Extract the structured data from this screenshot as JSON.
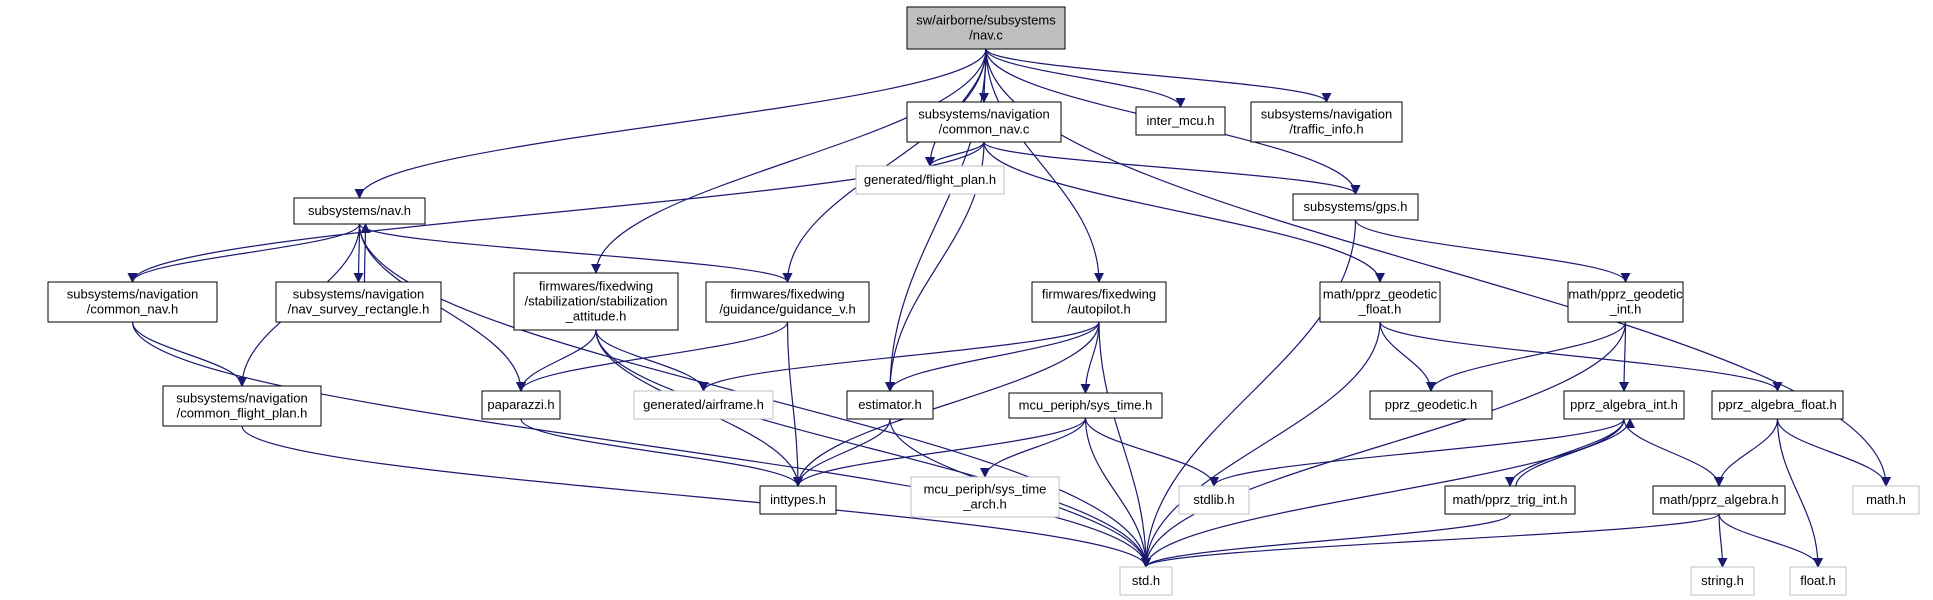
{
  "graph": {
    "colors": {
      "edge": "#191970",
      "node_border": "#000000",
      "node_border_external": "#bfbfbf",
      "root_fill": "#bfbfbf"
    },
    "nodes": [
      {
        "id": "root",
        "lines": [
          "sw/airborne/subsystems",
          "/nav.c"
        ],
        "style": "root"
      },
      {
        "id": "common_nav_c",
        "lines": [
          "subsystems/navigation",
          "/common_nav.c"
        ],
        "style": "normal"
      },
      {
        "id": "inter_mcu",
        "lines": [
          "inter_mcu.h"
        ],
        "style": "normal"
      },
      {
        "id": "traffic_info",
        "lines": [
          "subsystems/navigation",
          "/traffic_info.h"
        ],
        "style": "normal"
      },
      {
        "id": "flight_plan",
        "lines": [
          "generated/flight_plan.h"
        ],
        "style": "external"
      },
      {
        "id": "gps",
        "lines": [
          "subsystems/gps.h"
        ],
        "style": "normal"
      },
      {
        "id": "nav_h",
        "lines": [
          "subsystems/nav.h"
        ],
        "style": "normal"
      },
      {
        "id": "common_nav_h",
        "lines": [
          "subsystems/navigation",
          "/common_nav.h"
        ],
        "style": "normal"
      },
      {
        "id": "nav_survey",
        "lines": [
          "subsystems/navigation",
          "/nav_survey_rectangle.h"
        ],
        "style": "normal"
      },
      {
        "id": "stab_att",
        "lines": [
          "firmwares/fixedwing",
          "/stabilization/stabilization",
          "_attitude.h"
        ],
        "style": "normal"
      },
      {
        "id": "guidance_v",
        "lines": [
          "firmwares/fixedwing",
          "/guidance/guidance_v.h"
        ],
        "style": "normal"
      },
      {
        "id": "autopilot",
        "lines": [
          "firmwares/fixedwing",
          "/autopilot.h"
        ],
        "style": "normal"
      },
      {
        "id": "geo_float",
        "lines": [
          "math/pprz_geodetic",
          "_float.h"
        ],
        "style": "normal"
      },
      {
        "id": "geo_int",
        "lines": [
          "math/pprz_geodetic",
          "_int.h"
        ],
        "style": "normal"
      },
      {
        "id": "common_fp",
        "lines": [
          "subsystems/navigation",
          "/common_flight_plan.h"
        ],
        "style": "normal"
      },
      {
        "id": "paparazzi",
        "lines": [
          "paparazzi.h"
        ],
        "style": "normal"
      },
      {
        "id": "airframe",
        "lines": [
          "generated/airframe.h"
        ],
        "style": "external"
      },
      {
        "id": "estimator",
        "lines": [
          "estimator.h"
        ],
        "style": "normal"
      },
      {
        "id": "sys_time",
        "lines": [
          "mcu_periph/sys_time.h"
        ],
        "style": "normal"
      },
      {
        "id": "pprz_geodetic",
        "lines": [
          "pprz_geodetic.h"
        ],
        "style": "normal"
      },
      {
        "id": "alg_int",
        "lines": [
          "pprz_algebra_int.h"
        ],
        "style": "normal"
      },
      {
        "id": "alg_float",
        "lines": [
          "pprz_algebra_float.h"
        ],
        "style": "normal"
      },
      {
        "id": "inttypes",
        "lines": [
          "inttypes.h"
        ],
        "style": "normal"
      },
      {
        "id": "sys_time_arch",
        "lines": [
          "mcu_periph/sys_time",
          "_arch.h"
        ],
        "style": "external"
      },
      {
        "id": "stdlib",
        "lines": [
          "stdlib.h"
        ],
        "style": "external"
      },
      {
        "id": "trig_int",
        "lines": [
          "math/pprz_trig_int.h"
        ],
        "style": "normal"
      },
      {
        "id": "pprz_algebra",
        "lines": [
          "math/pprz_algebra.h"
        ],
        "style": "normal"
      },
      {
        "id": "math",
        "lines": [
          "math.h"
        ],
        "style": "external"
      },
      {
        "id": "std",
        "lines": [
          "std.h"
        ],
        "style": "external"
      },
      {
        "id": "string",
        "lines": [
          "string.h"
        ],
        "style": "external"
      },
      {
        "id": "float",
        "lines": [
          "float.h"
        ],
        "style": "external"
      }
    ],
    "edges": [
      [
        "root",
        "nav_h"
      ],
      [
        "root",
        "stab_att"
      ],
      [
        "root",
        "guidance_v"
      ],
      [
        "root",
        "flight_plan"
      ],
      [
        "root",
        "estimator"
      ],
      [
        "root",
        "common_nav_c"
      ],
      [
        "root",
        "autopilot"
      ],
      [
        "root",
        "inter_mcu"
      ],
      [
        "root",
        "traffic_info"
      ],
      [
        "root",
        "gps"
      ],
      [
        "root",
        "math"
      ],
      [
        "common_nav_c",
        "common_nav_h"
      ],
      [
        "common_nav_c",
        "flight_plan"
      ],
      [
        "common_nav_c",
        "estimator"
      ],
      [
        "common_nav_c",
        "gps"
      ],
      [
        "common_nav_c",
        "geo_float"
      ],
      [
        "nav_h",
        "std"
      ],
      [
        "nav_h",
        "common_nav_h"
      ],
      [
        "nav_h",
        "common_fp"
      ],
      [
        "nav_h",
        "nav_survey"
      ],
      [
        "nav_survey",
        "nav_h"
      ],
      [
        "nav_h",
        "paparazzi"
      ],
      [
        "nav_h",
        "guidance_v"
      ],
      [
        "common_nav_h",
        "common_fp"
      ],
      [
        "common_nav_h",
        "std"
      ],
      [
        "common_fp",
        "std"
      ],
      [
        "stab_att",
        "paparazzi"
      ],
      [
        "stab_att",
        "airframe"
      ],
      [
        "stab_att",
        "inttypes"
      ],
      [
        "stab_att",
        "std"
      ],
      [
        "guidance_v",
        "paparazzi"
      ],
      [
        "guidance_v",
        "inttypes"
      ],
      [
        "paparazzi",
        "inttypes"
      ],
      [
        "autopilot",
        "airframe"
      ],
      [
        "autopilot",
        "estimator"
      ],
      [
        "autopilot",
        "sys_time"
      ],
      [
        "autopilot",
        "inttypes"
      ],
      [
        "autopilot",
        "std"
      ],
      [
        "estimator",
        "inttypes"
      ],
      [
        "estimator",
        "std"
      ],
      [
        "sys_time",
        "inttypes"
      ],
      [
        "sys_time",
        "sys_time_arch"
      ],
      [
        "sys_time",
        "stdlib"
      ],
      [
        "sys_time",
        "std"
      ],
      [
        "gps",
        "std"
      ],
      [
        "gps",
        "geo_int"
      ],
      [
        "geo_float",
        "pprz_geodetic"
      ],
      [
        "geo_float",
        "alg_float"
      ],
      [
        "geo_float",
        "std"
      ],
      [
        "geo_int",
        "pprz_geodetic"
      ],
      [
        "geo_int",
        "alg_int"
      ],
      [
        "geo_int",
        "std"
      ],
      [
        "alg_int",
        "stdlib"
      ],
      [
        "alg_int",
        "trig_int"
      ],
      [
        "trig_int",
        "alg_int"
      ],
      [
        "alg_int",
        "pprz_algebra"
      ],
      [
        "alg_int",
        "std"
      ],
      [
        "trig_int",
        "std"
      ],
      [
        "alg_float",
        "pprz_algebra"
      ],
      [
        "alg_float",
        "float"
      ],
      [
        "alg_float",
        "math"
      ],
      [
        "pprz_algebra",
        "string"
      ],
      [
        "pprz_algebra",
        "float"
      ],
      [
        "pprz_algebra",
        "std"
      ]
    ]
  }
}
